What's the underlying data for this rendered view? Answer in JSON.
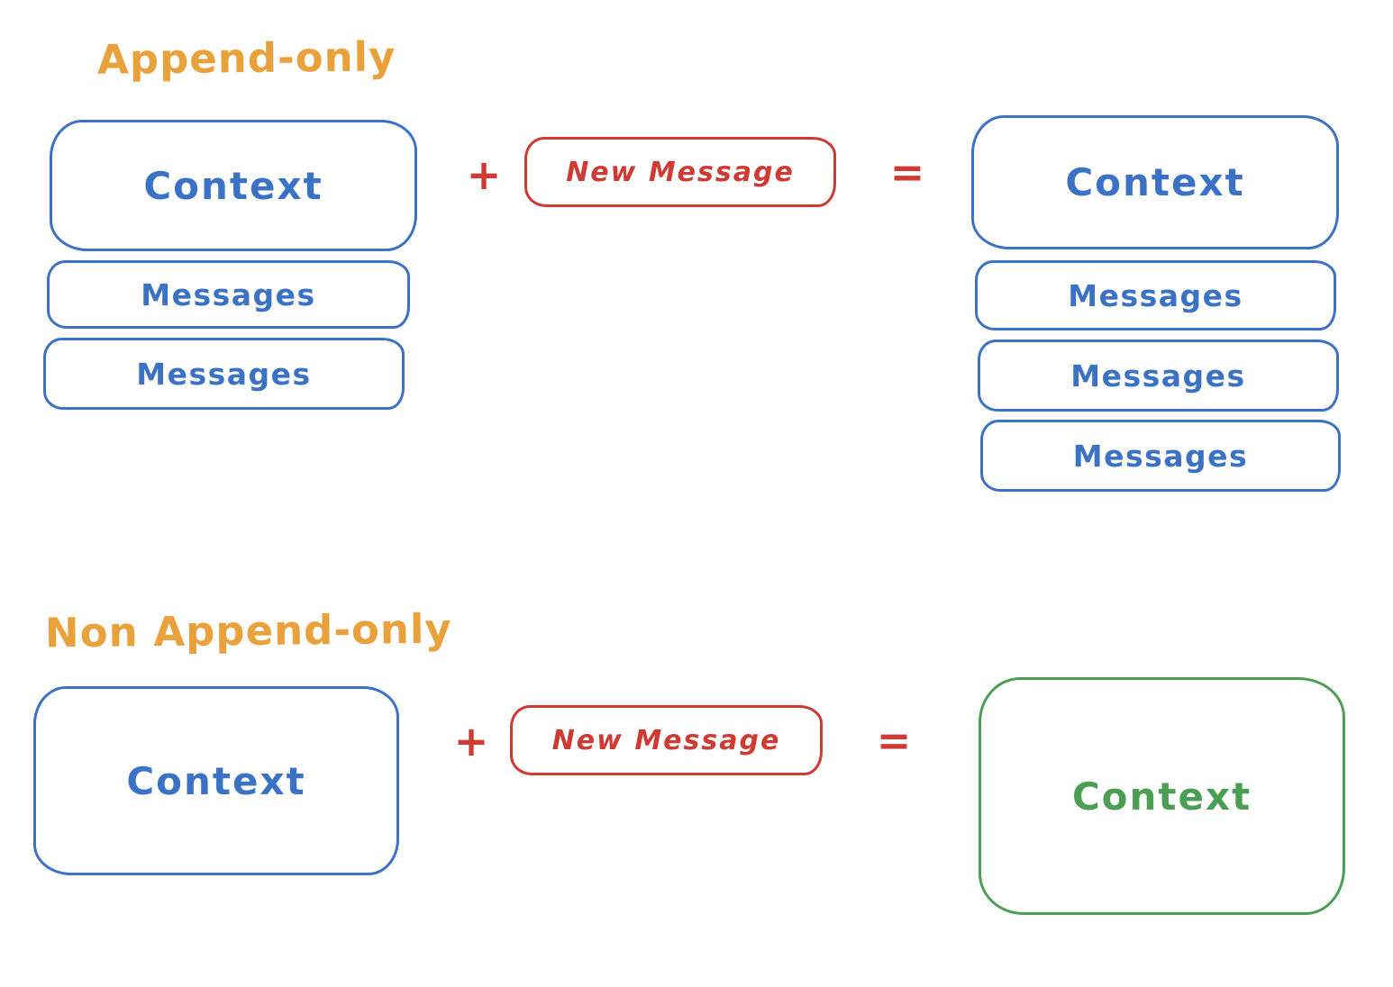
{
  "diagram": {
    "description": "Hand-drawn comparison of append-only vs non append-only context handling",
    "colors": {
      "box_blue": "#3b72c4",
      "title_orange": "#e9a23b",
      "accent_red": "#cf3a32",
      "result_green": "#4d9e55",
      "bg": "#ffffff"
    },
    "sections": [
      {
        "title": "Append-only",
        "input": {
          "context_label": "Context",
          "messages": [
            "Messages",
            "Messages"
          ]
        },
        "plus": "+",
        "new_message_label": "New Message",
        "equals": "=",
        "result": {
          "context_label": "Context",
          "messages": [
            "Messages",
            "Messages",
            "Messages"
          ]
        }
      },
      {
        "title": "Non Append-only",
        "input": {
          "context_label": "Context",
          "messages": []
        },
        "plus": "+",
        "new_message_label": "New Message",
        "equals": "=",
        "result": {
          "context_label": "Context",
          "messages": []
        }
      }
    ]
  }
}
